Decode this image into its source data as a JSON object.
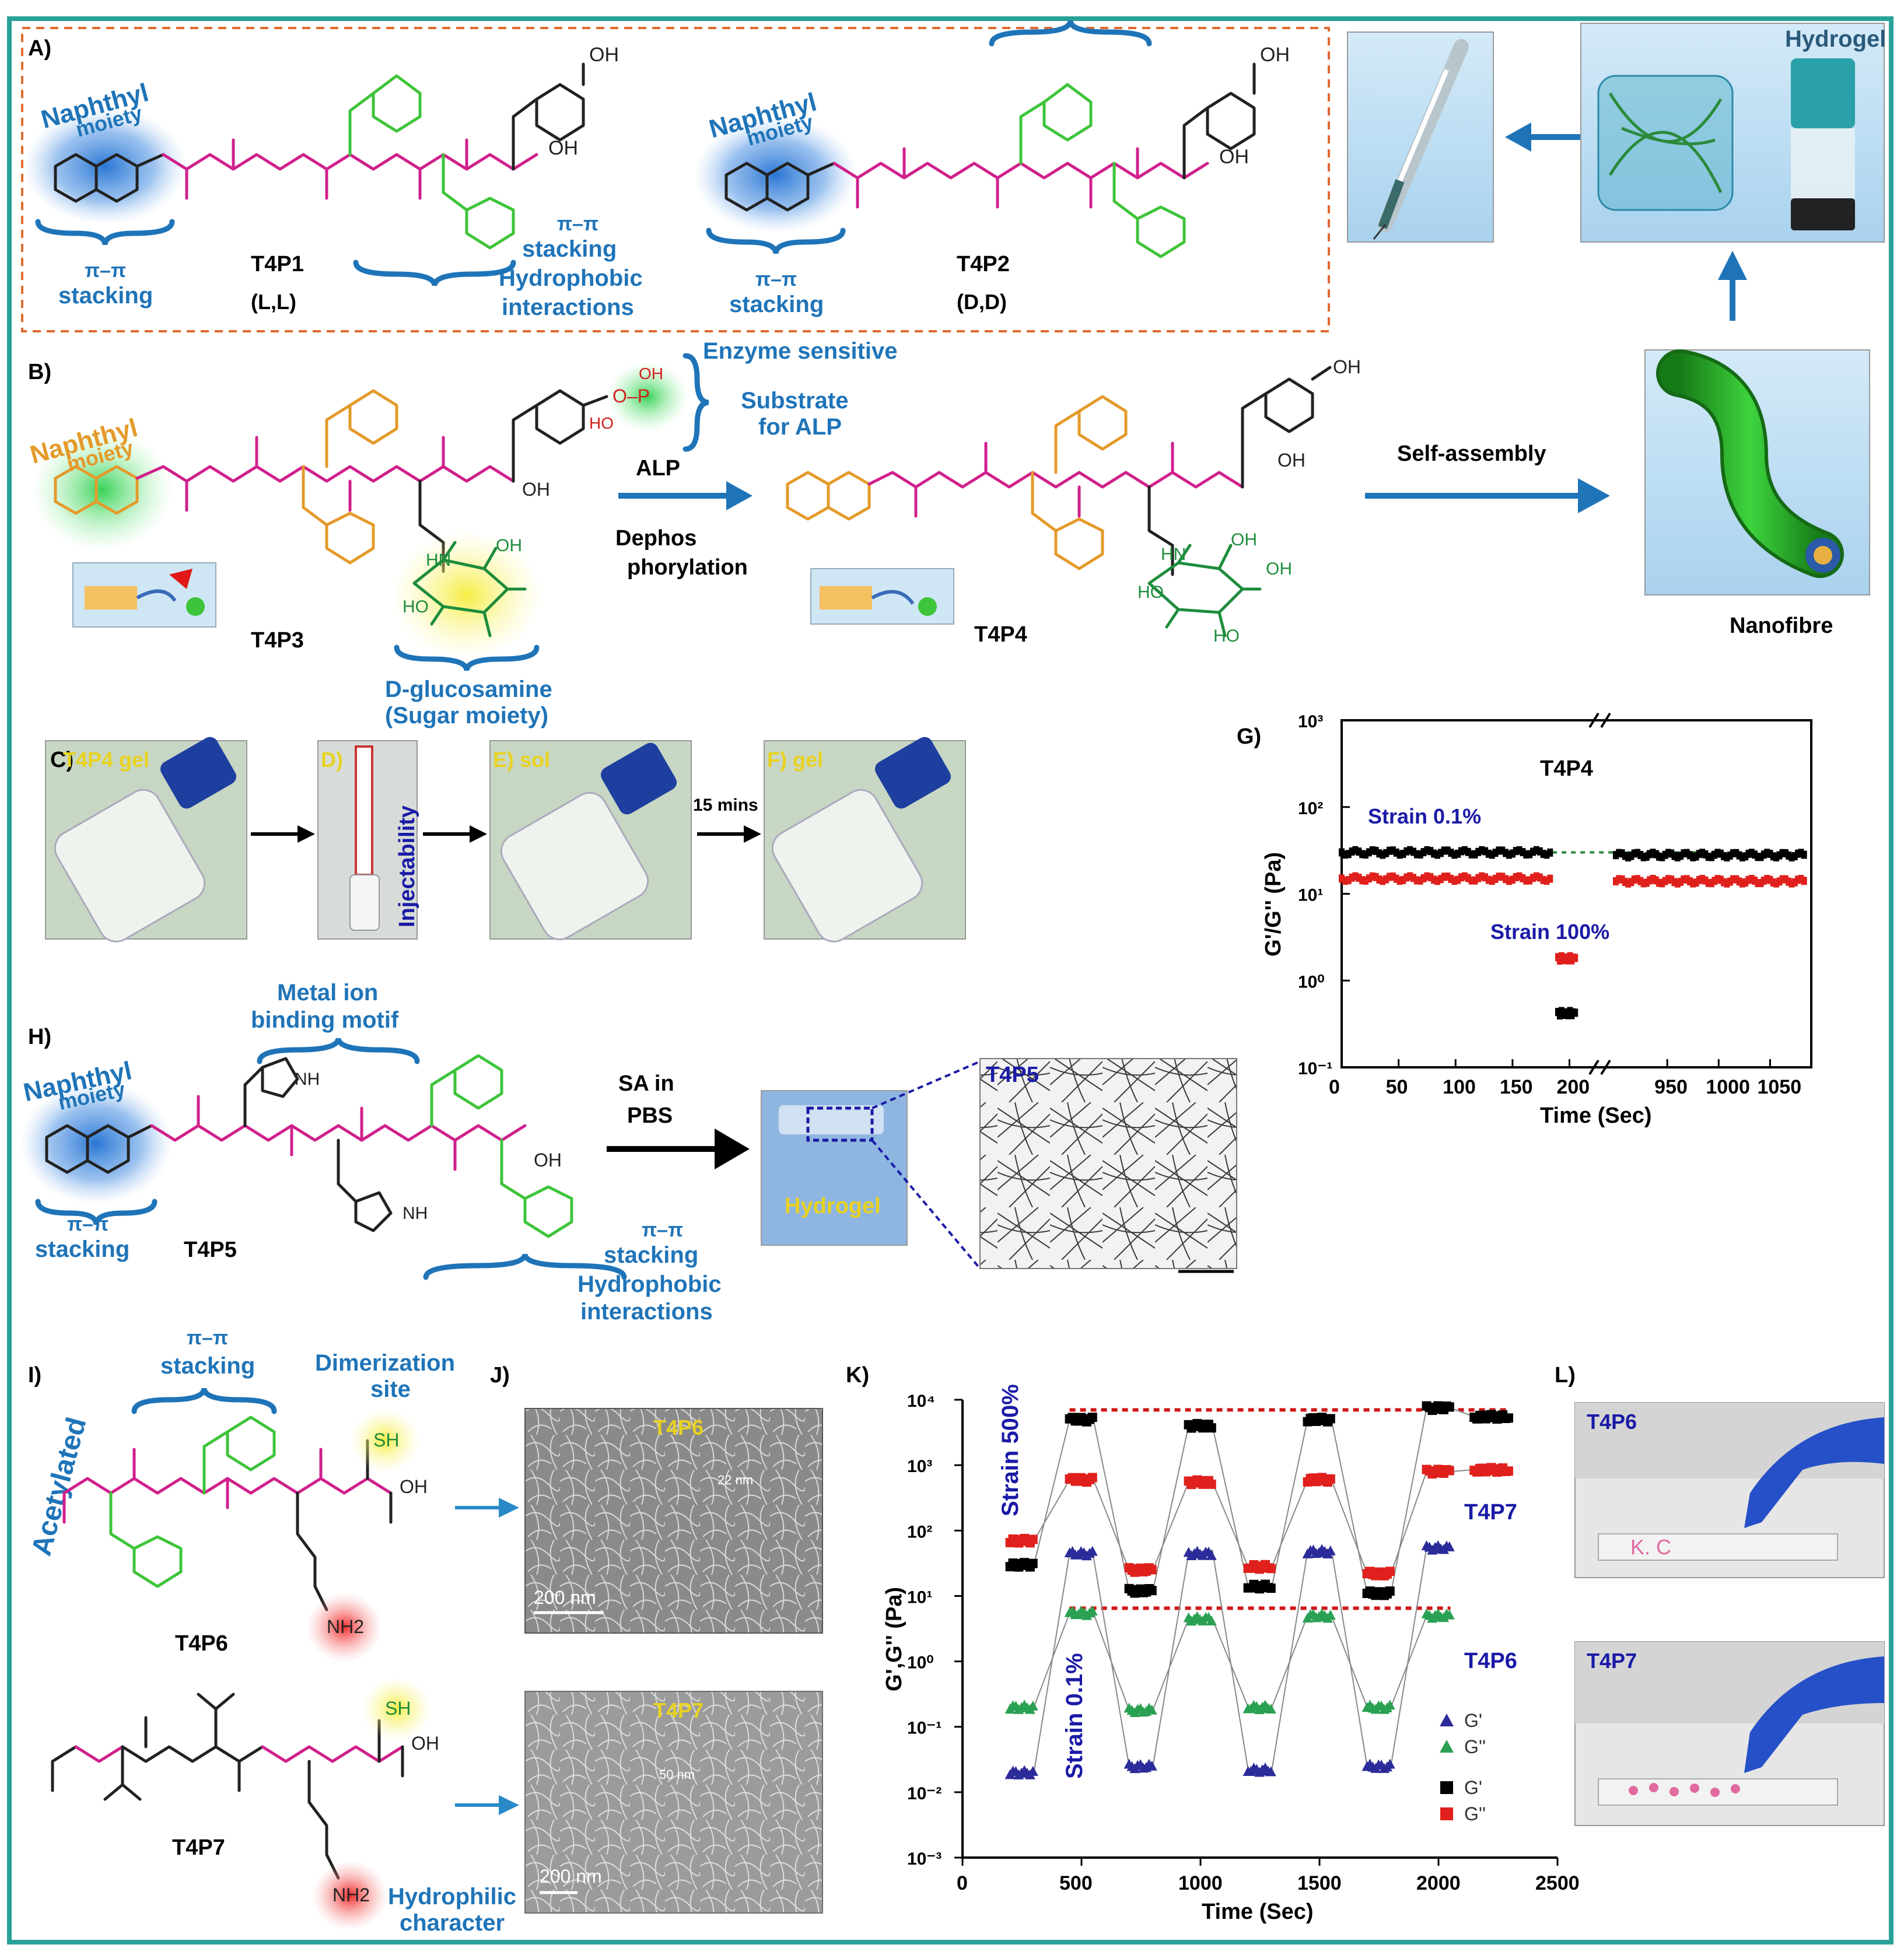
{
  "panels": {
    "A": "A)",
    "B": "B)",
    "C": "C)",
    "D": "D)",
    "E": "E)",
    "F": "F)",
    "G": "G)",
    "H": "H)",
    "I": "I)",
    "J": "J)",
    "K": "K)",
    "L": "L)"
  },
  "panelA": {
    "naphthyl": "Naphthyl",
    "moiety": "moiety",
    "pipi": "π–π",
    "stacking": "stacking",
    "hydrophobic": "Hydrophobic",
    "interactions": "interactions",
    "t4p1": "T4P1",
    "t4p1_config": "(L,L)",
    "t4p2": "T4P2",
    "t4p2_config": "(D,D)",
    "oh": "OH",
    "hydrogel": "Hydrogel"
  },
  "panelB": {
    "enzyme_sensitive": "Enzyme sensitive",
    "substrate": "Substrate",
    "for_alp": "for ALP",
    "alp": "ALP",
    "dephos": "Dephos",
    "phorylation": "phorylation",
    "self_assembly": "Self-assembly",
    "t4p3": "T4P3",
    "t4p4": "T4P4",
    "glucosamine": "D-glucosamine",
    "sugar": "(Sugar moiety)",
    "nanofibre": "Nanofibre"
  },
  "panelC": {
    "c_label": "T4P4 gel",
    "d_label": "D)",
    "injectability": "Injectability",
    "e_label": "sol",
    "f_label": "gel",
    "fifteen": "15 mins"
  },
  "panelH": {
    "metal1": "Metal ion",
    "metal2": "binding motif",
    "sa": "SA in",
    "pbs": "PBS",
    "hydrogel": "Hydrogel",
    "t4p5": "T4P5"
  },
  "panelI": {
    "acetylated": "Acetylated",
    "dimer1": "Dimerization",
    "dimer2": "site",
    "hydrophilic1": "Hydrophilic",
    "hydrophilic2": "character",
    "t4p6": "T4P6",
    "t4p7": "T4P7",
    "sh": "SH",
    "nh2": "NH2"
  },
  "panelJ": {
    "t4p6": "T4P6",
    "t4p7": "T4P7",
    "scale1": "200 nm",
    "scale2": "200 nm",
    "d1": "22 nm",
    "d2": "50 nm"
  },
  "panelL": {
    "t4p6": "T4P6",
    "t4p7": "T4P7"
  },
  "colors": {
    "frame": "#2aa198",
    "accent_blue": "#1f74b8",
    "magenta": "#d0208c",
    "green": "#3ec43a",
    "orange": "#e49a2a",
    "gprime": "#000000",
    "gdouble": "#e0201c"
  },
  "chart_data": [
    {
      "type": "scatter",
      "title": "T4P4",
      "xlabel": "Time (Sec)",
      "ylabel": "G'/G'' (Pa)",
      "yscale": "log",
      "ylim": [
        0.1,
        1000
      ],
      "xticks": [
        "0",
        "50",
        "100",
        "150",
        "200",
        "950",
        "1000",
        "1050"
      ],
      "annotations": [
        "Strain 0.1%",
        "Strain 100%"
      ],
      "series": [
        {
          "name": "G'",
          "color": "#000000",
          "segments": [
            {
              "x": [
                0,
                185
              ],
              "y": 30
            },
            {
              "x": [
                190,
                205
              ],
              "y": 0.42
            },
            {
              "x": [
                900,
                1085
              ],
              "y": 28
            }
          ]
        },
        {
          "name": "G''",
          "color": "#e0201c",
          "segments": [
            {
              "x": [
                0,
                185
              ],
              "y": 15
            },
            {
              "x": [
                190,
                205
              ],
              "y": 1.8
            },
            {
              "x": [
                900,
                1085
              ],
              "y": 14
            }
          ]
        }
      ]
    },
    {
      "type": "scatter",
      "xlabel": "Time (Sec)",
      "ylabel": "G',G'' (Pa)",
      "yscale": "log",
      "ylim": [
        0.001,
        10000
      ],
      "xlim": [
        0,
        2500
      ],
      "xticks": [
        "0",
        "500",
        "1000",
        "1500",
        "2000",
        "2500"
      ],
      "annotations": [
        "Strain 500%",
        "Strain 0.1%",
        "T4P7",
        "T4P6"
      ],
      "series": [
        {
          "name": "G'",
          "sample": "T4P6",
          "color": "#2b2b9a",
          "marker": "triangle",
          "x": [
            200,
            300,
            450,
            550,
            700,
            800,
            950,
            1050,
            1200,
            1300,
            1450,
            1550,
            1700,
            1800,
            1950,
            2050
          ],
          "y": [
            0.02,
            0.02,
            45,
            40,
            0.025,
            0.025,
            45,
            50,
            0.022,
            0.022,
            48,
            52,
            0.025,
            0.025,
            55,
            50
          ]
        },
        {
          "name": "G''",
          "sample": "T4P6",
          "color": "#2aa152",
          "marker": "triangle",
          "x": [
            200,
            300,
            450,
            550,
            700,
            800,
            950,
            1050,
            1200,
            1300,
            1450,
            1550,
            1700,
            1800,
            1950,
            2050
          ],
          "y": [
            0.2,
            0.2,
            5.5,
            5.5,
            0.18,
            0.18,
            4.5,
            4.5,
            0.2,
            0.2,
            5,
            5,
            0.2,
            0.2,
            5,
            5
          ]
        },
        {
          "name": "G'",
          "sample": "T4P7",
          "color": "#000000",
          "marker": "square",
          "x": [
            200,
            300,
            450,
            550,
            700,
            800,
            950,
            1050,
            1200,
            1300,
            1450,
            1550,
            1700,
            1800,
            1950,
            2050,
            2150,
            2300
          ],
          "y": [
            30,
            30,
            5000,
            5000,
            12,
            12,
            4000,
            4000,
            14,
            14,
            5000,
            5000,
            11,
            11,
            7500,
            7500,
            5500,
            5500
          ]
        },
        {
          "name": "G''",
          "sample": "T4P7",
          "color": "#e0201c",
          "marker": "square",
          "x": [
            200,
            300,
            450,
            550,
            700,
            800,
            950,
            1050,
            1200,
            1300,
            1450,
            1550,
            1700,
            1800,
            1950,
            2050,
            2150,
            2300
          ],
          "y": [
            70,
            70,
            600,
            600,
            25,
            25,
            550,
            550,
            28,
            28,
            600,
            600,
            22,
            22,
            800,
            800,
            850,
            850
          ]
        }
      ]
    }
  ]
}
